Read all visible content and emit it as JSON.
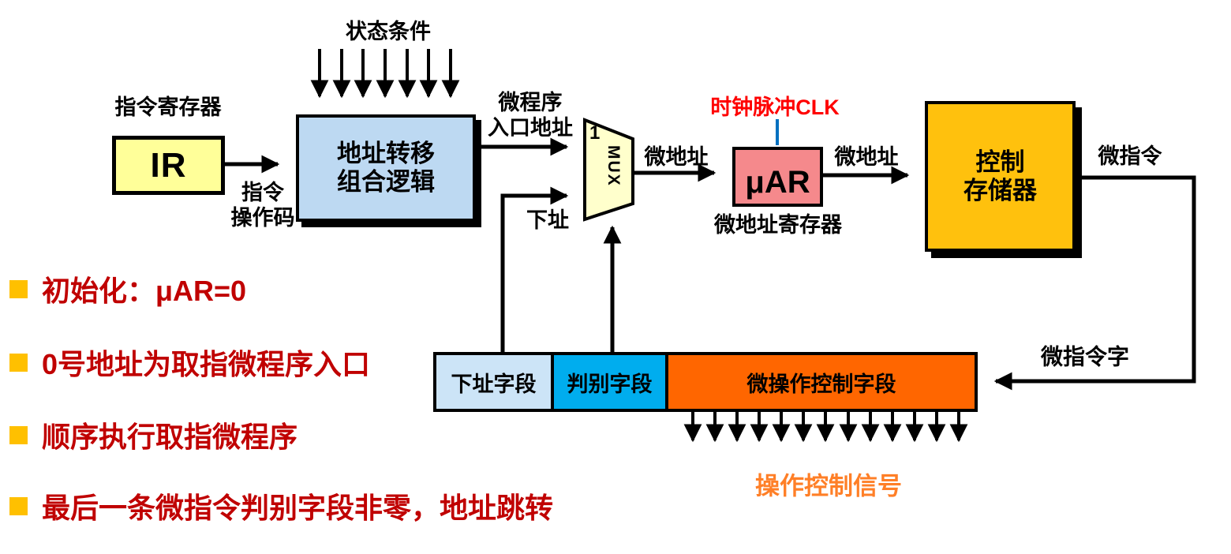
{
  "diagram": {
    "title_hint": "microprogram controller block diagram",
    "status_label": "状态条件",
    "ir": {
      "caption": "指令寄存器",
      "text": "IR"
    },
    "opcode": {
      "line1": "指令",
      "line2": "操作码"
    },
    "logic": {
      "line1": "地址转移",
      "line2": "组合逻辑"
    },
    "entry": {
      "line1": "微程序",
      "line2": "入口地址"
    },
    "mux": {
      "select_value": "1",
      "text": "MUX"
    },
    "next_addr_label": "下址",
    "micro_addr_left": "微地址",
    "clk_label": "时钟脉冲CLK",
    "uar": {
      "text": "μAR",
      "caption": "微地址寄存器"
    },
    "micro_addr_right": "微地址",
    "crom": {
      "line1": "控制",
      "line2": "存储器"
    },
    "micro_instr_label": "微指令",
    "micro_word_label": "微指令字",
    "fields": {
      "next": "下址字段",
      "judge": "判别字段",
      "ops": "微操作控制字段"
    },
    "ctrl_signals_label": "操作控制信号",
    "colors": {
      "ir_fill": "#FFFF99",
      "logic_fill": "#BDD9F2",
      "mux_fill": "#FFFFCC",
      "uar_fill": "#F5898C",
      "crom_fill": "#FFC10D",
      "field_next_fill": "#CCE4F7",
      "field_judge_fill": "#00ADEE",
      "field_ops_fill": "#FF6600",
      "clk_text": "#FF0000",
      "clk_line": "#0070C0",
      "signals_text": "#FF7F27",
      "note_text": "#C00000",
      "note_bullet": "#FFC000",
      "wire": "#000000"
    }
  },
  "notes": [
    {
      "text": "初始化：μAR=0"
    },
    {
      "text": "0号地址为取指微程序入口"
    },
    {
      "text": "顺序执行取指微程序"
    },
    {
      "text": "最后一条微指令判别字段非零，地址跳转"
    }
  ]
}
